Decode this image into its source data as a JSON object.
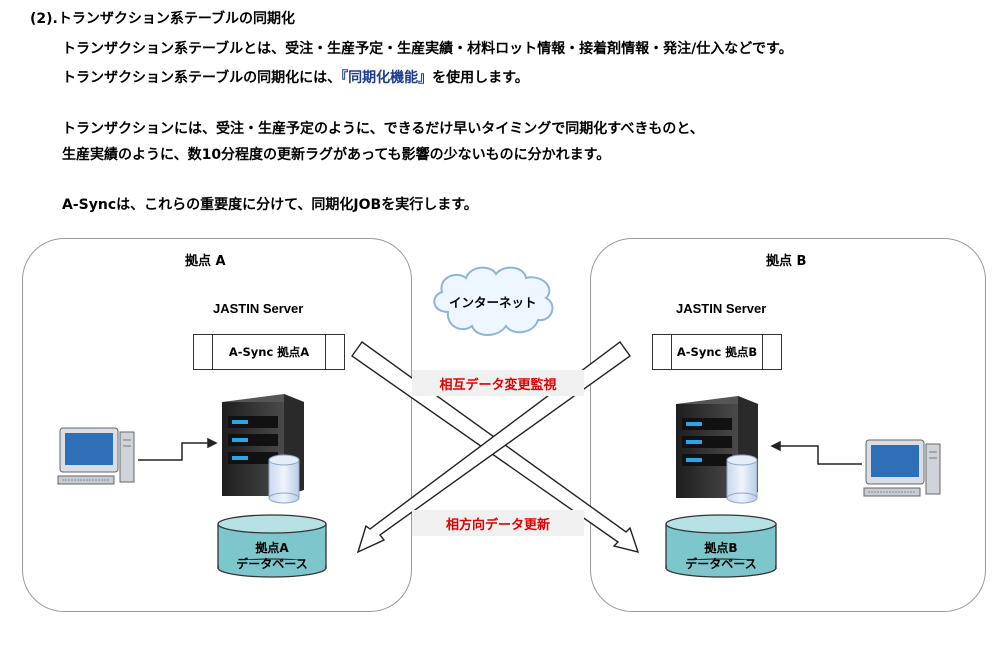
{
  "text": {
    "heading": "(2).トランザクション系テーブルの同期化",
    "line1": "トランザクション系テーブルとは、受注・生産予定・生産実績・材料ロット情報・接着剤情報・発注/仕入などです。",
    "line2_pre": "トランザクション系テーブルの同期化には、",
    "line2_hl": "『同期化機能』",
    "line2_post": "を使用します。",
    "line3": "トランザクションには、受注・生産予定のように、できるだけ早いタイミングで同期化すべきものと、",
    "line4": "生産実績のように、数10分程度の更新ラグがあっても影響の少ないものに分かれます。",
    "line5": "A-Syncは、これらの重要度に分けて、同期化JOBを実行します。"
  },
  "diagram": {
    "site_a": {
      "label": "拠点 A",
      "server_label": "JASTIN Server",
      "async_label": "A-Sync 拠点A",
      "db_line1": "拠点A",
      "db_line2": "データベース"
    },
    "site_b": {
      "label": "拠点 B",
      "server_label": "JASTIN Server",
      "async_label": "A-Sync 拠点B",
      "db_line1": "拠点B",
      "db_line2": "データベース"
    },
    "cloud_label": "インターネット",
    "band_top": "相互データ変更監視",
    "band_bottom": "相方向データ更新"
  },
  "icons": {
    "pc": "desktop-computer-icon",
    "server": "server-tower-icon",
    "db": "database-cylinder-icon",
    "cloud": "internet-cloud-icon"
  },
  "colors": {
    "highlight_text": "#1f3b8c",
    "band_text": "#e00000",
    "band_bg": "#f0f0f0",
    "db_fill": "#7cc6cc",
    "server_led": "#2aa6e8",
    "monitor_screen": "#2f6fb8"
  }
}
